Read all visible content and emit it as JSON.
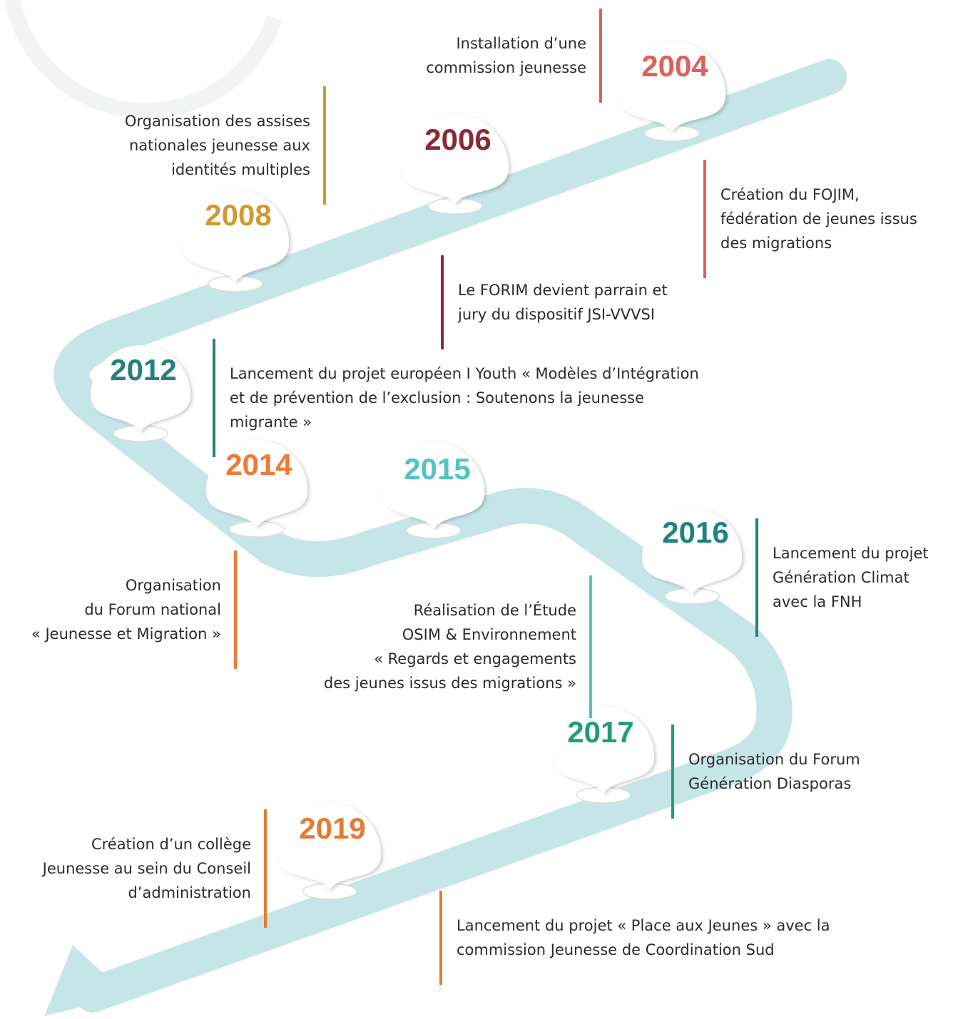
{
  "colors": {
    "road": "#c6e5e9",
    "pin": "#ffffff",
    "pin_shadow": "#d9dcdd"
  },
  "milestones": [
    {
      "year": "2004",
      "color": "#df5f5a",
      "notes": [
        {
          "text": "Installation d’une\ncommission jeunesse",
          "side": "left"
        },
        {
          "text": "Création du FOJIM,\nfédération de jeunes issus\ndes migrations",
          "side": "right"
        }
      ]
    },
    {
      "year": "2006",
      "color": "#8b2a2f",
      "notes": [
        {
          "text": "Le FORIM devient parrain et\njury du dispositif JSI-VVVSI",
          "side": "right"
        }
      ]
    },
    {
      "year": "2008",
      "color": "#d09a2e",
      "notes": [
        {
          "text": "Organisation des assises\nnationales jeunesse aux\nidentités multiples",
          "side": "left"
        }
      ]
    },
    {
      "year": "2012",
      "color": "#24817d",
      "notes": [
        {
          "text": "Lancement du projet européen I Youth « Modèles d’Intégration\net de prévention de l’exclusion : Soutenons la jeunesse\nmigrante »",
          "side": "right"
        }
      ]
    },
    {
      "year": "2014",
      "color": "#ee7a36",
      "notes": [
        {
          "text": "Organisation\ndu Forum national\n« Jeunesse et Migration »",
          "side": "left"
        }
      ]
    },
    {
      "year": "2015",
      "color": "#55c2c4",
      "notes": [
        {
          "text": "Réalisation de l’Étude\nOSIM & Environnement\n« Regards et engagements\ndes jeunes issus des migrations »",
          "side": "left"
        }
      ]
    },
    {
      "year": "2016",
      "color": "#1d837d",
      "notes": [
        {
          "text": "Lancement du projet\nGénération Climat\navec la FNH",
          "side": "right"
        }
      ]
    },
    {
      "year": "2017",
      "color": "#239c78",
      "notes": [
        {
          "text": "Organisation du Forum\nGénération Diasporas",
          "side": "right"
        }
      ]
    },
    {
      "year": "2019",
      "color": "#e37b33",
      "notes": [
        {
          "text": "Création d’un collège\nJeunesse au sein du Conseil\nd’administration",
          "side": "left"
        },
        {
          "text": "Lancement du projet « Place aux Jeunes » avec la\ncommission Jeunesse de Coordination Sud",
          "side": "right"
        }
      ]
    }
  ]
}
